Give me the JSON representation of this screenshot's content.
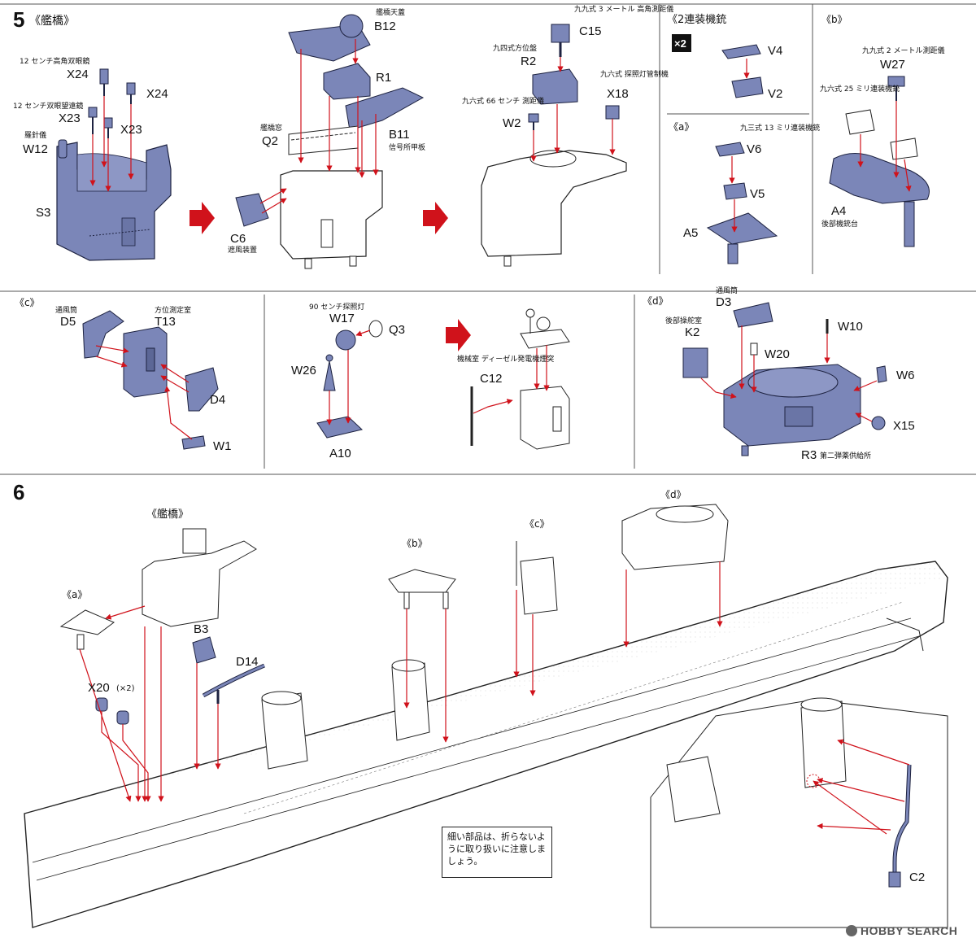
{
  "step5": {
    "number": "5",
    "title": "《艦橋》",
    "sub_bridge_guns_title": "《2連装機銃",
    "sub_bridge_guns_qty": "×2",
    "sub_a": "《a》",
    "sub_b": "《b》",
    "sub_c": "《c》",
    "sub_d": "《d》"
  },
  "step6": {
    "number": "6",
    "title": "《艦橋》",
    "sub_a": "《a》",
    "sub_b": "《b》",
    "sub_c": "《c》",
    "sub_d": "《d》"
  },
  "parts": {
    "X24a": {
      "code": "X24",
      "desc": "12 センチ高角双眼鏡"
    },
    "X24b": {
      "code": "X24"
    },
    "X23a": {
      "code": "X23",
      "desc": "12 センチ双眼望遠鏡"
    },
    "X23b": {
      "code": "X23"
    },
    "W12": {
      "code": "W12",
      "desc": "羅針儀"
    },
    "S3": {
      "code": "S3"
    },
    "B12": {
      "code": "B12",
      "desc": "艦橋天蓋"
    },
    "R1": {
      "code": "R1"
    },
    "Q2": {
      "code": "Q2",
      "desc": "艦橋窓"
    },
    "B11": {
      "code": "B11",
      "desc": "信号所甲板"
    },
    "C6": {
      "code": "C6",
      "desc": "遮風装置"
    },
    "C15": {
      "code": "C15",
      "desc": "九九式 3 メートル 高角測距儀"
    },
    "R2": {
      "code": "R2",
      "desc": "九四式方位盤"
    },
    "X18": {
      "code": "X18",
      "desc": "九六式 探照灯管制機"
    },
    "W2": {
      "code": "W2",
      "desc": "九六式 66 センチ 測距儀"
    },
    "V4": {
      "code": "V4"
    },
    "V2": {
      "code": "V2"
    },
    "V6": {
      "code": "V6",
      "desc": "九三式 13 ミリ連装機銃"
    },
    "V5": {
      "code": "V5"
    },
    "A5": {
      "code": "A5"
    },
    "W27": {
      "code": "W27",
      "desc": "九九式 2 メートル測距儀"
    },
    "B25": {
      "desc": "九六式 25 ミリ連装機銃"
    },
    "A4": {
      "code": "A4",
      "desc": "後部機銃台"
    },
    "D5": {
      "code": "D5",
      "desc": "通風筒"
    },
    "T13": {
      "code": "T13",
      "desc": "方位測定室"
    },
    "D4": {
      "code": "D4"
    },
    "W1": {
      "code": "W1"
    },
    "W17": {
      "code": "W17",
      "desc": "90 センチ探照灯"
    },
    "Q3": {
      "code": "Q3"
    },
    "W26": {
      "code": "W26"
    },
    "A10": {
      "code": "A10"
    },
    "C12": {
      "code": "C12",
      "desc": "機械室 ディーゼル発電機煙突"
    },
    "D3": {
      "code": "D3",
      "desc": "通風筒"
    },
    "K2": {
      "code": "K2",
      "desc": "後部操舵室"
    },
    "W10": {
      "code": "W10"
    },
    "W20": {
      "code": "W20"
    },
    "W6": {
      "code": "W6"
    },
    "X15": {
      "code": "X15"
    },
    "R3": {
      "code": "R3",
      "desc": "第二弾薬供給所"
    },
    "B3": {
      "code": "B3"
    },
    "D14": {
      "code": "D14"
    },
    "X20": {
      "code": "X20",
      "qty": "(×2)"
    },
    "C2": {
      "code": "C2"
    }
  },
  "note": "細い部品は、折らないように取り扱いに注意しましょう。",
  "watermark": "HOBBY SEARCH",
  "colors": {
    "part_fill": "#7b86b8",
    "part_stroke": "#1d2240",
    "arrow": "#d0121b",
    "outline": "#222222",
    "paper": "#ffffff"
  }
}
